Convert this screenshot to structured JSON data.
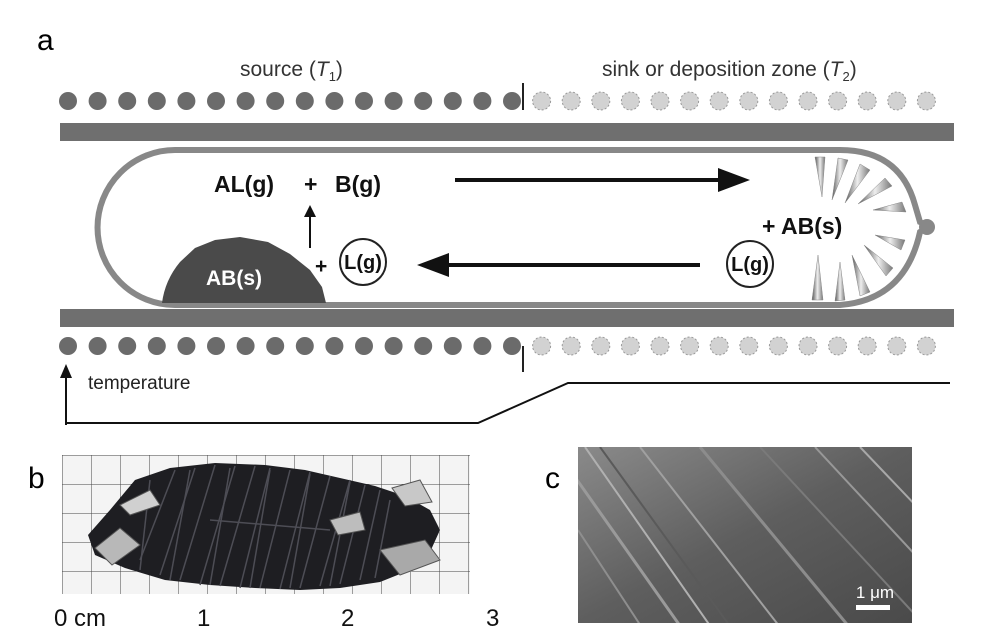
{
  "panels": {
    "a": {
      "label": "a"
    },
    "b": {
      "label": "b"
    },
    "c": {
      "label": "c"
    }
  },
  "zones": {
    "source_prefix": "source (",
    "source_var": "T",
    "source_sub": "1",
    "source_suffix": ")",
    "sink_prefix": "sink or deposition zone (",
    "sink_var": "T",
    "sink_sub": "2",
    "sink_suffix": ")"
  },
  "reaction": {
    "top_left": "AL(g)",
    "plus": "+",
    "top_right": "B(g)",
    "solid_source": "AB(s)",
    "plus_left": "+",
    "ligand_left": "L(g)",
    "ligand_right": "L(g)",
    "product": "+ AB(s)"
  },
  "temperature": {
    "label": "temperature"
  },
  "scale_ruler": {
    "ticks": [
      "0 cm",
      "1",
      "2",
      "3"
    ]
  },
  "micrograph": {
    "scalebar_label": "1 μm"
  },
  "colors": {
    "heater_dark": "#6b6b6b",
    "heater_light": "#d2d2d2",
    "tube_wall": "#6f6f6f",
    "ampoule_outline": "#888888",
    "solid": "#4a4a4a",
    "sem_bg": "#6c6c6c"
  }
}
